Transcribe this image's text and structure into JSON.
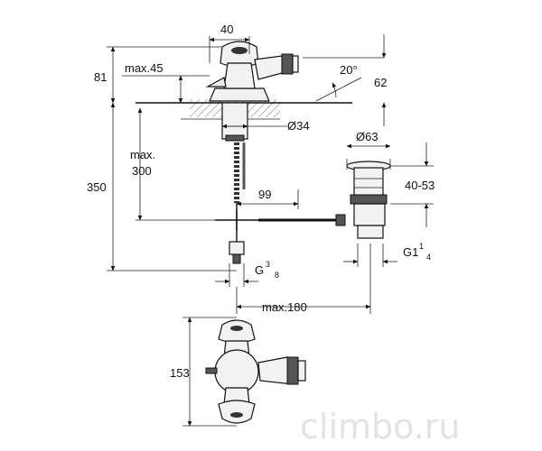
{
  "dimensions": {
    "width_40": "40",
    "height_81": "81",
    "max_45": "max.45",
    "angle_20": "20°",
    "dim_62": "62",
    "dia_34": "Ø34",
    "max_300_a": "max.",
    "max_300_b": "300",
    "height_350": "350",
    "dim_99": "99",
    "dia_63": "Ø63",
    "range_40_53": "40-53",
    "thread_g1_main": "G1",
    "thread_g1_num": "1",
    "thread_g1_den": "4",
    "thread_g38_main": "G",
    "thread_g38_num": "3",
    "thread_g38_den": "8",
    "max_180": "max.180",
    "dim_153": "153"
  },
  "watermark": "climbo.ru"
}
